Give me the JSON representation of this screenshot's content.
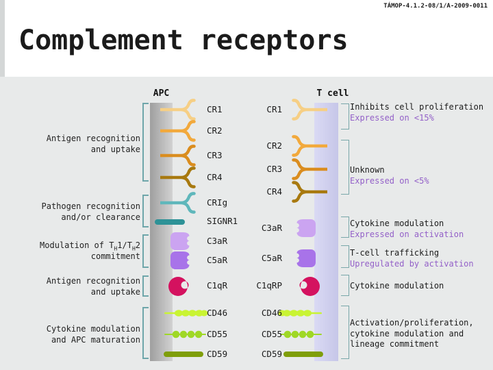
{
  "header": {
    "project_code": "TÁMOP-4.1.2-08/1/A-2009-0011",
    "title": "Complement receptors"
  },
  "membranes": {
    "apc": "APC",
    "tcell": "T cell"
  },
  "colors": {
    "cr1": "#f6cf85",
    "cr2": "#f2a93c",
    "cr3": "#da8d1f",
    "cr4": "#a8790f",
    "crig": "#5fb7bb",
    "signr1": "#2e9297",
    "c3ar": "#cba4f1",
    "c5ar": "#a873e9",
    "c1qr": "#d4125f",
    "cd46": "#c9f433",
    "cd55": "#9fd826",
    "cd59": "#7f9e0a",
    "bracket": "#6ea6aa",
    "purple_text": "#9360c8",
    "apc_membrane_dark": "#9f9f9f",
    "apc_membrane_light": "#d2d2d2",
    "tcell_membrane_light": "#dadaf4",
    "tcell_membrane_dark": "#c6c6e8",
    "content_background": "#e8eaea"
  },
  "apc": {
    "receptors": [
      {
        "label": "CR1"
      },
      {
        "label": "CR2"
      },
      {
        "label": "CR3"
      },
      {
        "label": "CR4"
      },
      {
        "label": "CRIg"
      },
      {
        "label": "SIGNR1"
      },
      {
        "label": "C3aR"
      },
      {
        "label": "C5aR"
      },
      {
        "label": "C1qR"
      },
      {
        "label": "CD46"
      },
      {
        "label": "CD55"
      },
      {
        "label": "CD59"
      }
    ]
  },
  "tcell": {
    "receptors": [
      {
        "label": "CR1"
      },
      {
        "label": "CR2"
      },
      {
        "label": "CR3"
      },
      {
        "label": "CR4"
      },
      {
        "label": "C3aR"
      },
      {
        "label": "C5aR"
      },
      {
        "label": "C1qRP"
      },
      {
        "label": "CD46"
      },
      {
        "label": "CD55"
      },
      {
        "label": "CD59"
      }
    ]
  },
  "left_annotations": [
    {
      "lines": [
        "Antigen recognition",
        "and uptake"
      ]
    },
    {
      "lines": [
        "Pathogen recognition",
        "and/or clearance"
      ]
    },
    {
      "th_line": {
        "pre": "Modulation of T",
        "sub_a": "H",
        "mid": "1/T",
        "sub_b": "H",
        "post": "2"
      },
      "line2": "commitment"
    },
    {
      "lines": [
        "Antigen recognition",
        "and uptake"
      ]
    },
    {
      "lines": [
        "Cytokine modulation",
        "and APC maturation"
      ]
    }
  ],
  "right_annotations": [
    {
      "black": "Inhibits cell proliferation",
      "purple": "Expressed on <15%"
    },
    {
      "black": "Unknown",
      "purple": "Expressed on <5%"
    },
    {
      "black": "Cytokine modulation",
      "purple": "Expressed on activation"
    },
    {
      "black": "T-cell trafficking",
      "purple": "Upregulated by activation"
    },
    {
      "black": "Cytokine modulation"
    },
    {
      "black_lines": [
        "Activation/proliferation,",
        "cytokine modulation and",
        "lineage commitment"
      ]
    }
  ]
}
